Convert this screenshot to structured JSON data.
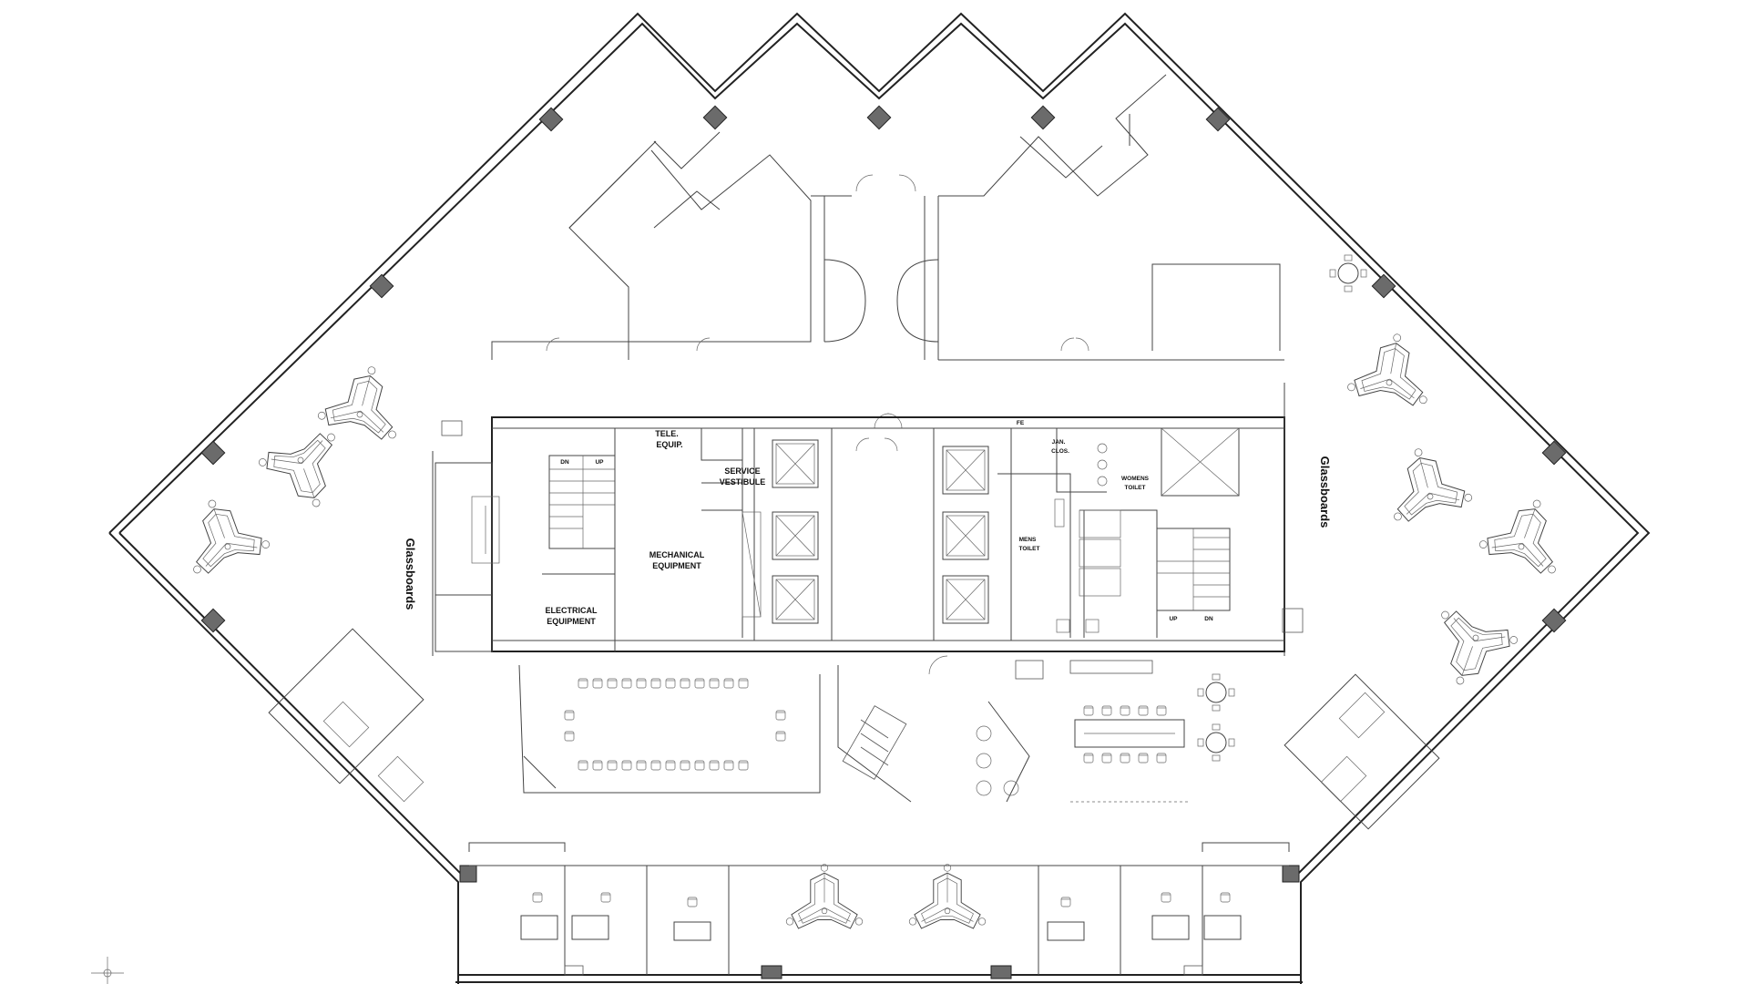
{
  "labels": {
    "tele_equip_1": "TELE.",
    "tele_equip_2": "EQUIP.",
    "service_vestibule_1": "SERVICE",
    "service_vestibule_2": "VESTIBULE",
    "mechanical_1": "MECHANICAL",
    "mechanical_2": "EQUIPMENT",
    "electrical_1": "ELECTRICAL",
    "electrical_2": "EQUIPMENT",
    "jan_clos_1": "JAN.",
    "jan_clos_2": "CLOS.",
    "womens_1": "WOMENS",
    "womens_2": "TOILET",
    "mens_1": "MENS",
    "mens_2": "TOILET",
    "glassboards_left": "Glassboards",
    "glassboards_right": "Glassboards",
    "stair_left_dn": "DN",
    "stair_left_up": "UP",
    "stair_right_up": "UP",
    "stair_right_dn": "DN",
    "fe_tag": "FE"
  }
}
